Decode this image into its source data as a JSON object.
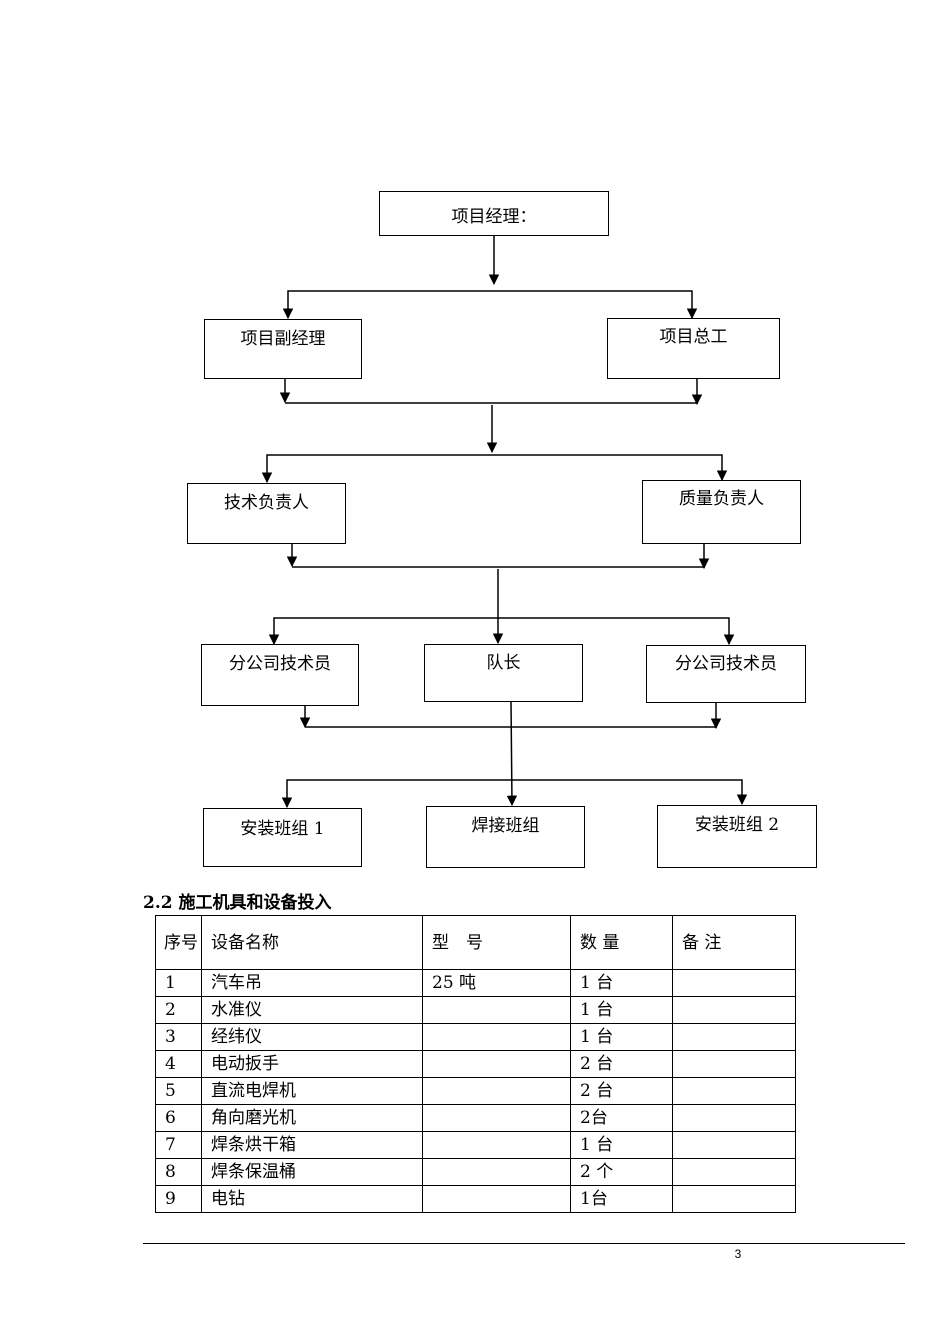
{
  "org_chart": {
    "manager": "项目经理：",
    "deputy_manager": "项目副经理",
    "chief_engineer": "项目总工",
    "tech_lead": "技术负责人",
    "quality_lead": "质量负责人",
    "branch_tech_left": "分公司技术员",
    "team_leader": "队长",
    "branch_tech_right": "分公司技术员",
    "install_group_1": "安装班组 1",
    "welding_group": "焊接班组",
    "install_group_2": "安装班组 2"
  },
  "section": {
    "title": "2.2 施工机具和设备投入"
  },
  "equipment_table": {
    "headers": [
      "序号",
      "设备名称",
      "型　号",
      "数 量",
      "备 注"
    ],
    "rows": [
      [
        "1",
        "汽车吊",
        "25 吨",
        "1 台",
        ""
      ],
      [
        "2",
        "水准仪",
        "",
        "1 台",
        ""
      ],
      [
        "3",
        "经纬仪",
        "",
        "1 台",
        ""
      ],
      [
        "4",
        "电动扳手",
        "",
        "2 台",
        ""
      ],
      [
        "5",
        "直流电焊机",
        "",
        "2 台",
        ""
      ],
      [
        "6",
        "角向磨光机",
        "",
        "2台",
        ""
      ],
      [
        "7",
        "焊条烘干箱",
        "",
        "1 台",
        ""
      ],
      [
        "8",
        "焊条保温桶",
        "",
        "2 个",
        ""
      ],
      [
        "9",
        "电钻",
        "",
        "1台",
        ""
      ]
    ]
  },
  "footer": {
    "page_number": "3"
  }
}
